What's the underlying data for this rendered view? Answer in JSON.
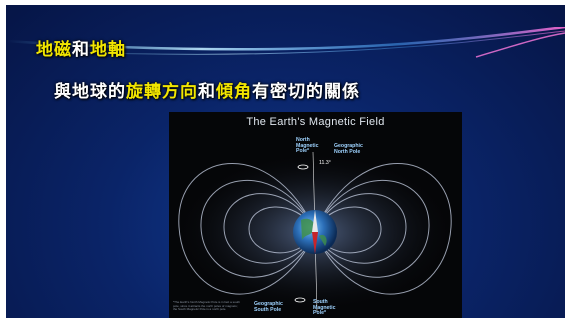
{
  "headline": {
    "line1": {
      "a": "地磁",
      "b": "和",
      "c": "地軸"
    },
    "line2": {
      "a": "與地球的",
      "b": "旋轉方向",
      "c": "和",
      "d": "傾角",
      "e": "有密切的關係"
    }
  },
  "figure": {
    "title": "The Earth's Magnetic Field",
    "north_magnetic": [
      "North",
      "Magnetic",
      "Pole*"
    ],
    "geographic_north": [
      "Geographic",
      "North Pole"
    ],
    "geographic_south": [
      "Geographic",
      "South Pole"
    ],
    "south_magnetic": [
      "South",
      "Magnetic",
      "Pole*"
    ],
    "angle": "11.3°",
    "caption": "*The Earth's North Magnetic Pole is in fact a south pole, since it attracts the north poles of magnets; the South Magnetic Pole is a north pole."
  },
  "colors": {
    "accent_yellow": "#f2e600",
    "background_blue": "#0a2468"
  }
}
